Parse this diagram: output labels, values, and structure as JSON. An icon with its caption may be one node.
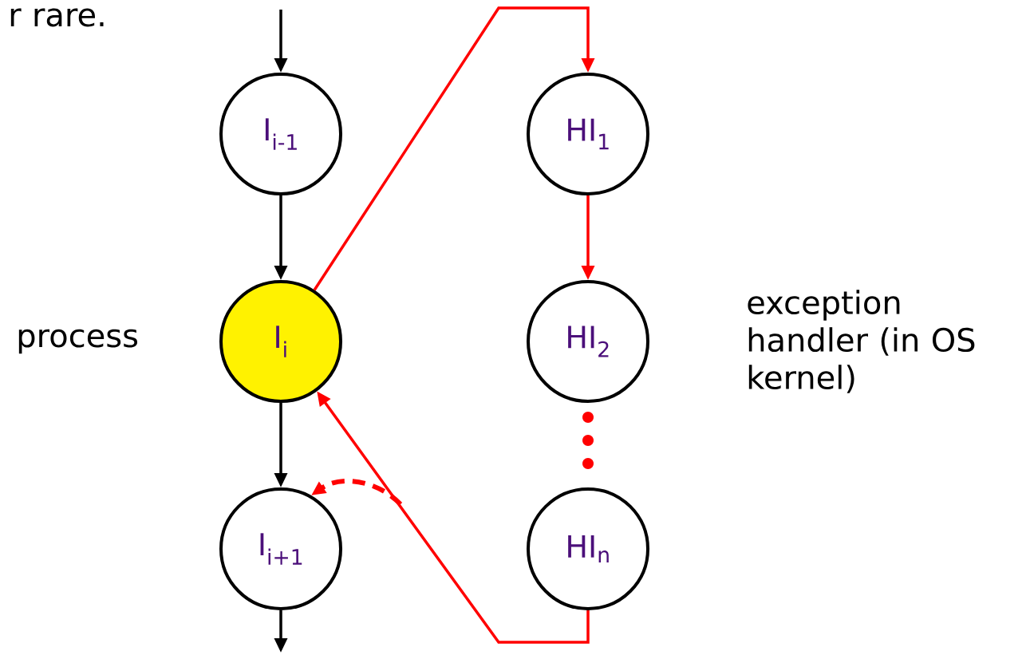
{
  "diagram": {
    "nodes": [
      {
        "text": [
          "I$_{i-1}$"
        ]
      },
      {
        "text": [
          "I$_{i}$"
        ]
      },
      {
        "text": [
          "I$_{i+1}$"
        ]
      },
      {
        "text": [
          "HI$_{1}$"
        ]
      },
      {
        "text": [
          "HI$_{2}$"
        ]
      },
      {
        "text": [
          "HI$_{n}$"
        ]
      }
    ],
    "edges": [
      {
        "from": null,
        "to": 0,
        "arrow": "to"
      },
      {
        "from": 0,
        "to": 1,
        "arrow": "to"
      },
      {
        "from": 1,
        "to": 2,
        "arrow": "to"
      },
      {
        "from": 2,
        "to": null,
        "arrow": "to"
      },
      {
        "from": 1,
        "to": 3,
        "arrow": "to",
        "color": "#ff0000"
      },
      {
        "from": 3,
        "to": 4,
        "arrow": "to",
        "color": "#ff0000"
      },
      {
        "from": 5,
        "to": 1,
        "arrow": "to",
        "color": "#ff0000"
      },
      {
        "from": null,
        "to": 2,
        "arrow": "to",
        "style": "dashed",
        "color": "#ff0000"
      }
    ],
    "labels": [
      "r rare.",
      "process",
      "exception handler (in OS kernel)"
    ]
  }
}
